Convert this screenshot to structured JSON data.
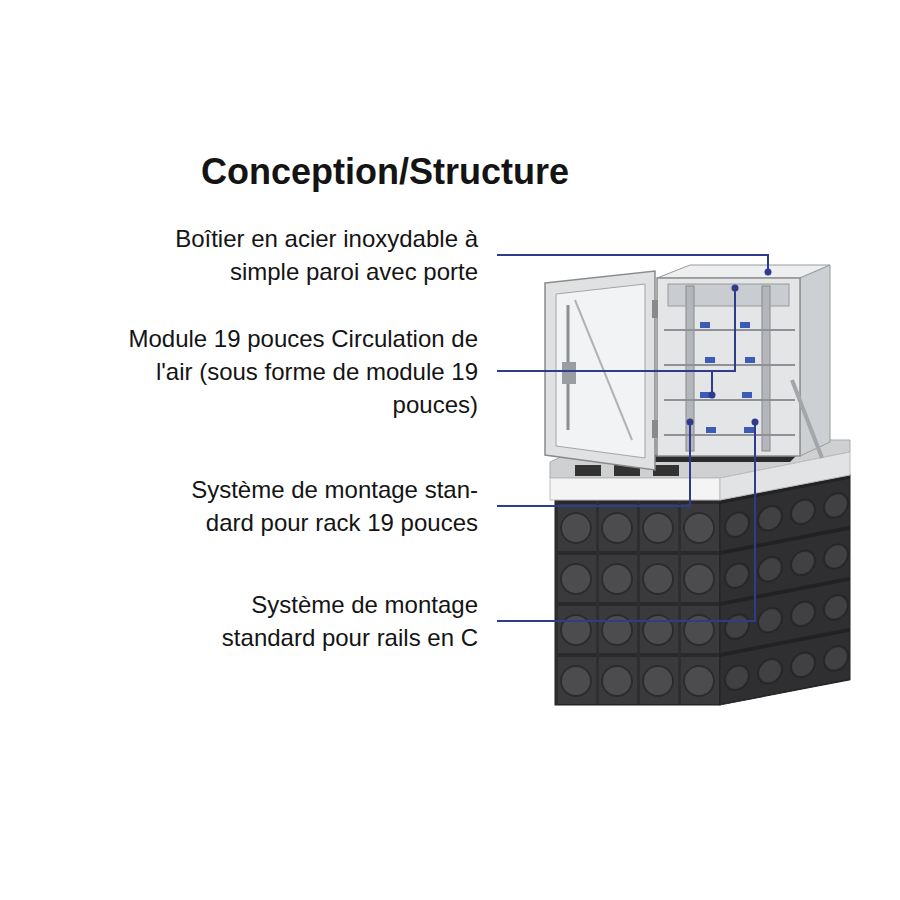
{
  "diagram": {
    "title": "Conception/Structure",
    "labels": [
      "Boîtier en acier inoxydable à simple paroi avec porte",
      "Module 19 pouces Circulation de l'air (sous forme de module 19 pouces)",
      "Système de montage stan- dard pour rack 19 pouces",
      "Système de montage standard pour rails en C"
    ]
  }
}
